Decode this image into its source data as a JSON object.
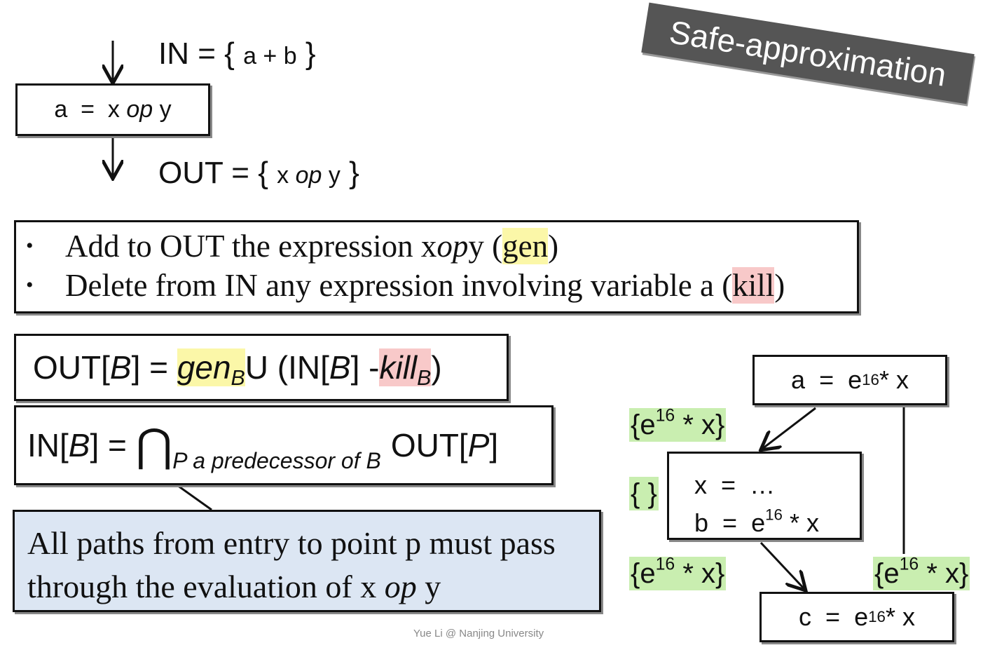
{
  "banner": "Safe-approximation",
  "stmt_box": {
    "lhs": "a",
    "eq": "=",
    "x": "x",
    "op": "op",
    "y": "y"
  },
  "in_label": {
    "prefix": "IN = {",
    "expr": "a + b",
    "suffix": "}"
  },
  "out_label": {
    "prefix": "OUT = {",
    "x": "x",
    "op": "op",
    "y": "y",
    "suffix": "}"
  },
  "rules": [
    {
      "pre": "Add to OUT the expression x ",
      "italic": "op",
      "post": " y (",
      "hl": "gen",
      "end": ")"
    },
    {
      "pre": "Delete from IN any expression involving variable a (",
      "hl": "kill",
      "end": ")"
    }
  ],
  "out_eq": {
    "lhs": "OUT[",
    "B": "B",
    "mid": "] = ",
    "gen": "gen",
    "sub": "B",
    "union": " U (IN[",
    "B2": "B",
    "minus": "] - ",
    "kill": "kill",
    "sub2": "B",
    "close": ")"
  },
  "in_eq": {
    "lhs": "IN[",
    "B": "B",
    "mid": "] = ",
    "cap": "⋂",
    "pred": "P a predecessor of B",
    "out": "OUT[",
    "P": "P",
    "close": "]"
  },
  "note": {
    "line1": "All paths from entry to point p must pass",
    "line2_pre": "through the evaluation of x ",
    "line2_italic": "op",
    "line2_post": " y"
  },
  "cfg": {
    "node_a": {
      "lhs": "a",
      "eq": "=",
      "e": "e",
      "exp": "16",
      "rest": " * x"
    },
    "node_xb": {
      "l1_lhs": "x",
      "l1_eq": "=",
      "l1_rhs": "…",
      "l2_lhs": "b",
      "l2_eq": "=",
      "e": "e",
      "exp": "16",
      "rest": " * x"
    },
    "node_c": {
      "lhs": "c",
      "eq": "=",
      "e": "e",
      "exp": "16",
      "rest": " * x"
    },
    "avail_1": {
      "open": "{e",
      "exp": "16",
      "rest": " * x}"
    },
    "avail_empty": "{ }",
    "avail_2": {
      "open": "{e",
      "exp": "16",
      "rest": " * x}"
    },
    "avail_3": {
      "open": "{e",
      "exp": "16",
      "rest": " * x}"
    }
  },
  "footer": "Yue Li @ Nanjing University"
}
